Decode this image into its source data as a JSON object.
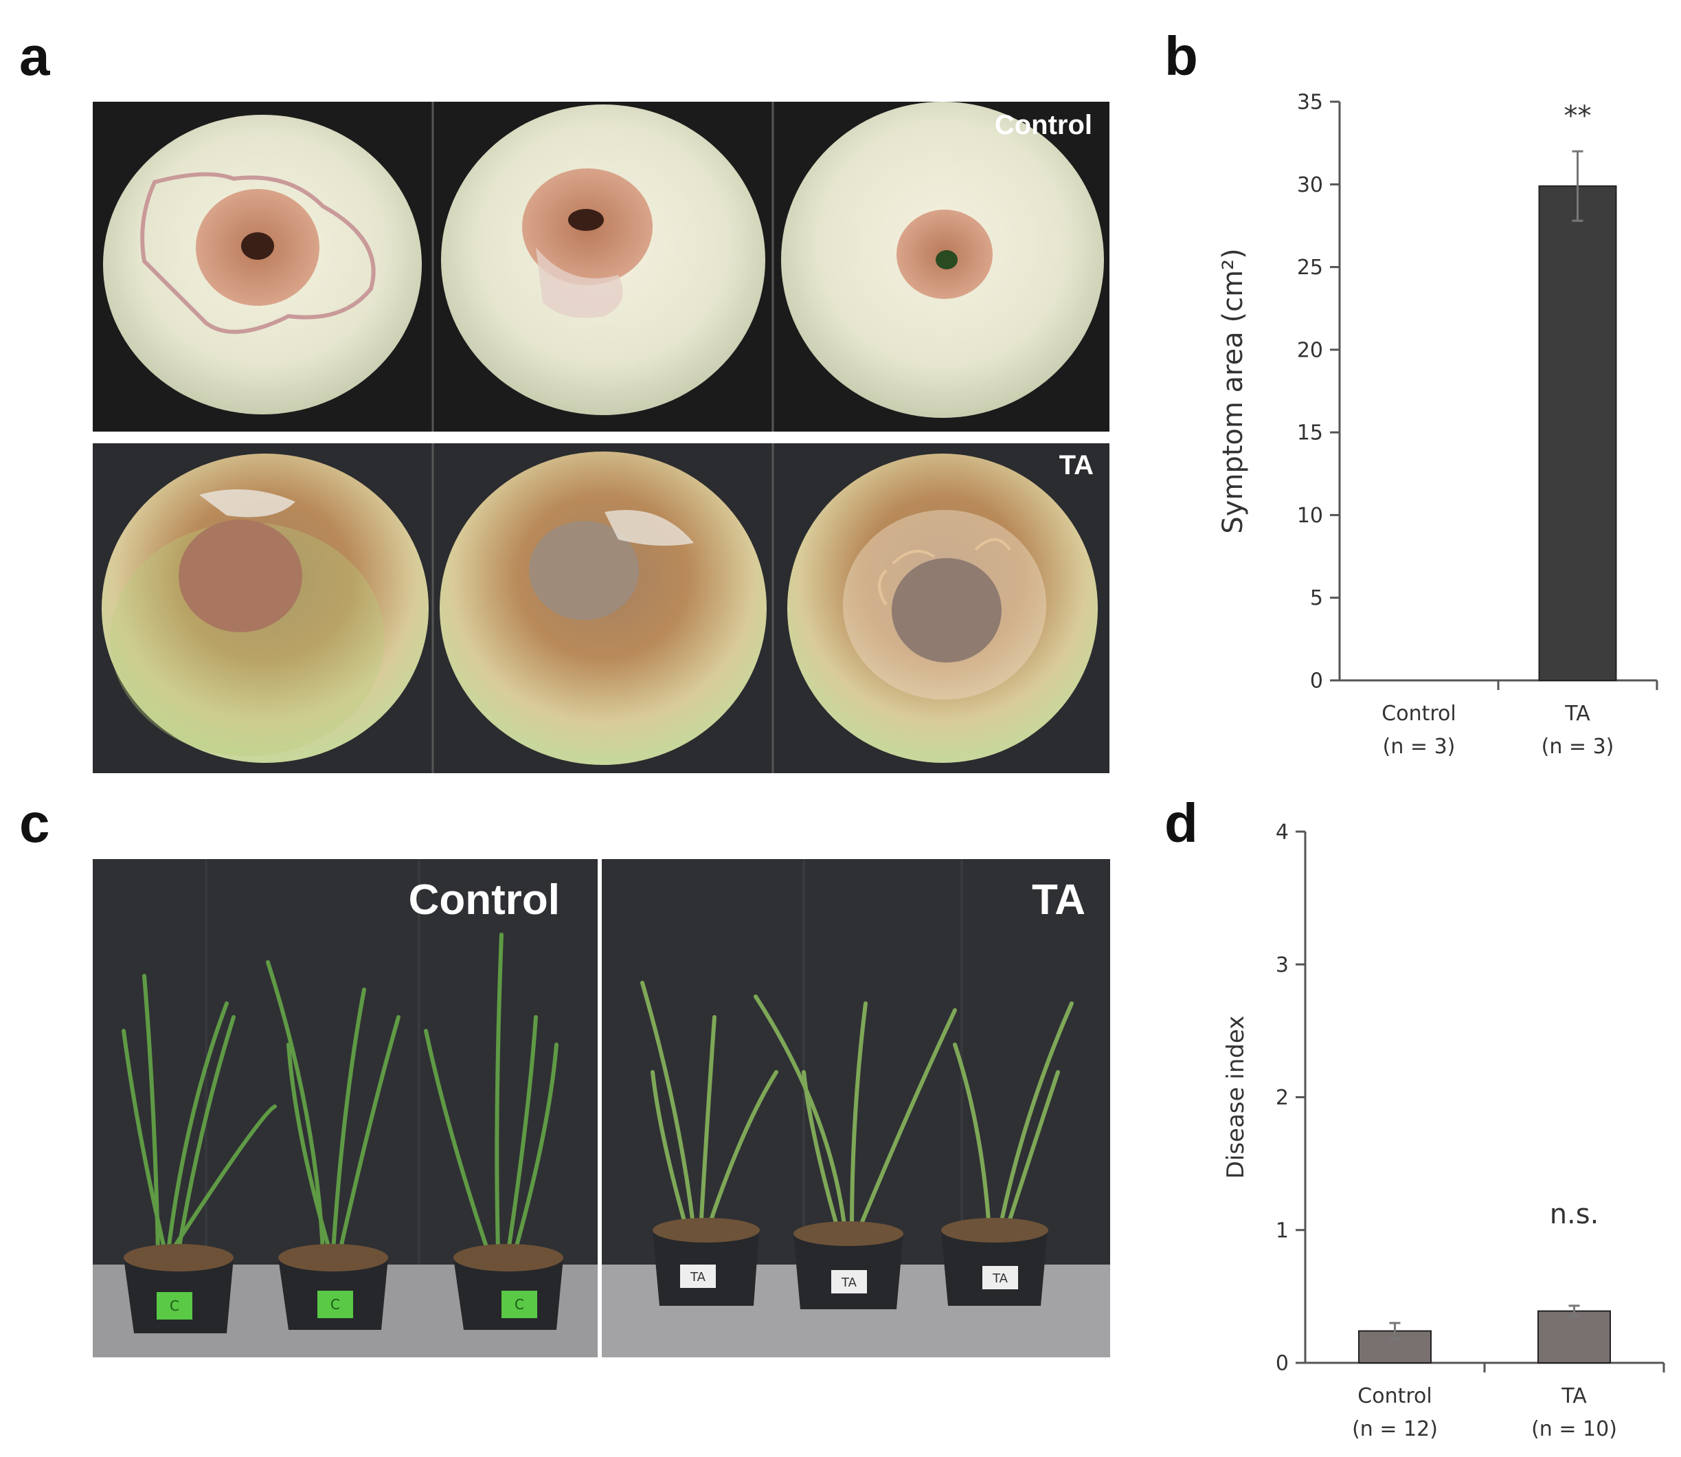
{
  "panels": {
    "a": {
      "letter": "a",
      "top_label": "Control",
      "bottom_label": "TA"
    },
    "b": {
      "letter": "b"
    },
    "c": {
      "letter": "c",
      "left_label": "Control",
      "right_label": "TA",
      "pot_tag_control": "C",
      "pot_tag_ta": "TA"
    },
    "d": {
      "letter": "d"
    }
  },
  "colors": {
    "bar_b": "#3d3d3d",
    "bar_d": "#797170",
    "axis": "#555555",
    "photo_bg": "#1b1b1b",
    "backdrop": "#2f3034"
  },
  "chart_data": [
    {
      "panel": "b",
      "type": "bar",
      "categories": [
        "Control",
        "TA"
      ],
      "category_notes": [
        "(n = 3)",
        "(n = 3)"
      ],
      "values": [
        0,
        29.9
      ],
      "errors": [
        0,
        2.1
      ],
      "ylabel": "Symptom area (cm²)",
      "xlabel": "",
      "ylim": [
        0,
        35
      ],
      "yticks": [
        0,
        5,
        10,
        15,
        20,
        25,
        30,
        35
      ],
      "annotations": [
        {
          "category": "TA",
          "text": "**"
        }
      ],
      "grid": false
    },
    {
      "panel": "d",
      "type": "bar",
      "categories": [
        "Control",
        "TA"
      ],
      "category_notes": [
        "(n = 12)",
        "(n = 10)"
      ],
      "values": [
        0.24,
        0.39
      ],
      "errors": [
        0.06,
        0.04
      ],
      "ylabel": "Disease index",
      "xlabel": "",
      "ylim": [
        0,
        4
      ],
      "yticks": [
        0,
        1,
        2,
        3,
        4
      ],
      "annotations": [
        {
          "category": "TA",
          "text": "n.s."
        }
      ],
      "grid": false
    }
  ]
}
